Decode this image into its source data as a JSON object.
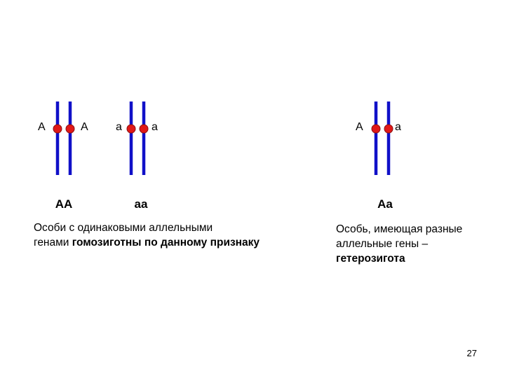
{
  "chromosome_pairs": [
    {
      "id": "homo-dominant",
      "allele_left": "A",
      "allele_right": "A",
      "genotype": "AA"
    },
    {
      "id": "homo-recessive",
      "allele_left": "a",
      "allele_right": "a",
      "genotype": "aa"
    },
    {
      "id": "heterozygous",
      "allele_left": "A",
      "allele_right": "a",
      "genotype": "Aa"
    }
  ],
  "captions": {
    "homozygous_line1": "Особи с одинаковыми аллельными",
    "homozygous_line2_prefix": "генами ",
    "homozygous_line2_bold": "гомозиготны по данному признаку",
    "heterozygous_line1": "Особь, имеющая разные",
    "heterozygous_line2": "аллельные гены –",
    "heterozygous_line3_bold": "гетерозигота"
  },
  "page_number": "27",
  "colors": {
    "chromosome": "#1010c8",
    "gene_locus": "#e01818",
    "locus_outline": "#8a1010"
  }
}
